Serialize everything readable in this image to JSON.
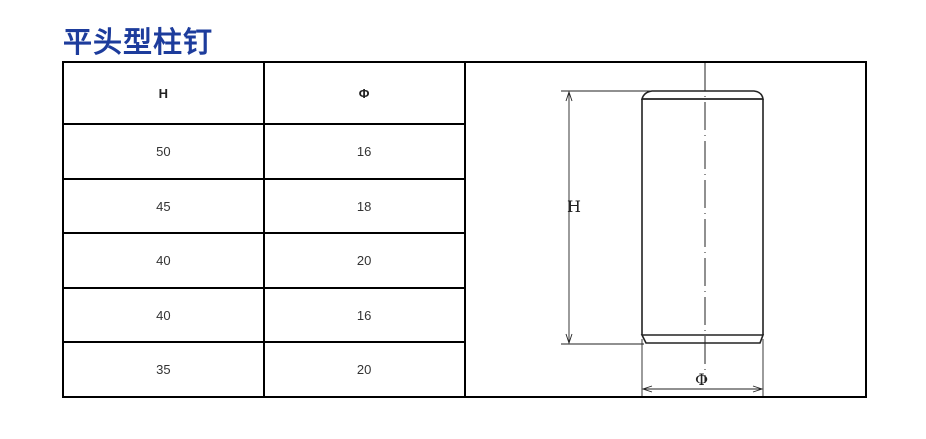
{
  "title": "平头型柱钉",
  "table": {
    "headers": [
      "H",
      "Φ"
    ],
    "rows": [
      [
        "50",
        "16"
      ],
      [
        "45",
        "18"
      ],
      [
        "40",
        "20"
      ],
      [
        "40",
        "16"
      ],
      [
        "35",
        "20"
      ]
    ]
  },
  "drawing": {
    "height_label": "H",
    "diameter_label": "Φ",
    "line_color": "#222222"
  },
  "colors": {
    "title": "#1d3c9c",
    "border": "#000000"
  }
}
